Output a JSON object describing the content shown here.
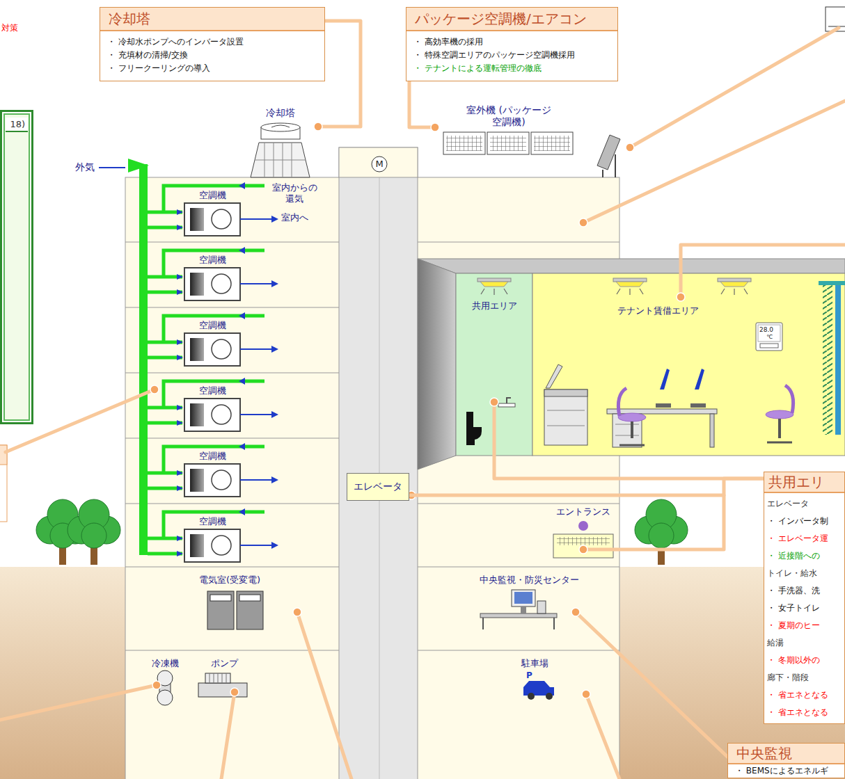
{
  "diagram": {
    "nodes": [
      {
        "text": [
          "冷却塔",
          "・ 冷却水ポンプへのインバータ設置",
          "・ 充填材の清掃/交換",
          "・ フリークーリングの導入"
        ]
      },
      {
        "text": [
          "パッケージ空調機/エアコン",
          "・ 高効率機の採用",
          "・ 特殊空調エリアのパッケージ空調機採用",
          "・ テナントによる運転管理の徹底"
        ]
      },
      {
        "text": [
          "18)"
        ]
      },
      {
        "text": [
          "共用エリア"
        ]
      },
      {
        "text": [
          "テナント賃借エリア"
        ]
      },
      {
        "text": [
          "エレベータ"
        ]
      },
      {
        "text": [
          "共用エリ",
          "エレベータ",
          "・ インバータ制",
          "・ エレベータ運",
          "・ 近接階への",
          "トイレ・給水",
          "・ 手洗器、洗",
          "・ 女子トイレ",
          "・ 夏期のヒー",
          "給湯",
          "・ 冬期以外の",
          "廊下・階段",
          "・ 省エネとなる",
          "・ 省エネとなる"
        ]
      },
      {
        "text": [
          "中央監視",
          "・ BEMSによるエネルギ"
        ]
      }
    ],
    "edges": [
      {
        "from": 5,
        "to": 6,
        "arrow": "none"
      },
      {
        "from": 3,
        "to": 6,
        "arrow": "none"
      }
    ],
    "labels": [
      "対策",
      "冷却塔",
      "室外機 (パッケージ空調機)",
      "外気",
      "M",
      "室内からの 還気",
      "室内へ",
      "空調機",
      "空調機",
      "空調機",
      "空調機",
      "空調機",
      "空調機",
      "28.0",
      "℃",
      "エントランス",
      "電気室(受変電)",
      "中央監視・防災センター",
      "冷凍機",
      "ポンプ",
      "駐車場",
      "P"
    ]
  }
}
